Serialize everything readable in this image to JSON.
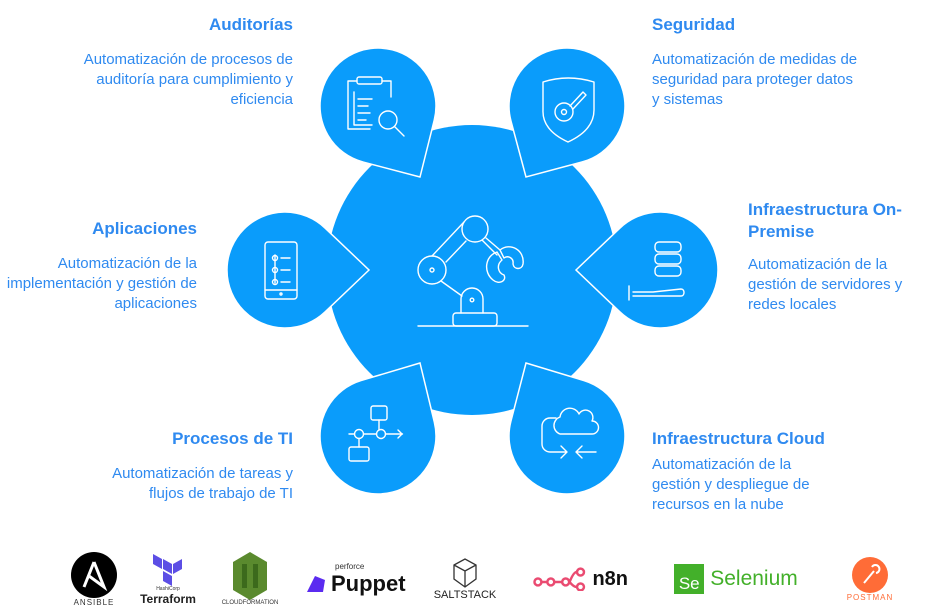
{
  "colors": {
    "petal": "#0a9cfb",
    "text": "#2f8af0",
    "stroke": "#ffffff"
  },
  "center": {
    "icon": "robot-arm-icon"
  },
  "items": [
    {
      "title": "Auditorías",
      "desc": "Automatización de procesos de auditoría para cumplimiento y eficiencia",
      "icon": "clipboard-search-icon"
    },
    {
      "title": "Seguridad",
      "desc": "Automatización de medidas de seguridad para proteger datos y sistemas",
      "icon": "shield-key-icon"
    },
    {
      "title": "Aplicaciones",
      "desc": "Automatización de la implementación y gestión de aplicaciones",
      "icon": "mobile-app-icon"
    },
    {
      "title": "Infraestructura On-Premise",
      "desc": "Automatización de la gestión de servidores y redes locales",
      "icon": "server-hand-icon"
    },
    {
      "title": "Procesos de TI",
      "desc": "Automatización de tareas y flujos de trabajo de TI",
      "icon": "workflow-icon"
    },
    {
      "title": "Infraestructura Cloud",
      "desc": "Automatización de la gestión y despliegue de recursos en la nube",
      "icon": "cloud-sync-icon"
    }
  ],
  "logos": [
    {
      "name": "ANSIBLE",
      "color": "#000000"
    },
    {
      "name": "Terraform",
      "sub": "HashiCorp",
      "color": "#5c4ee5"
    },
    {
      "name": "CLOUDFORMATION",
      "color": "#5a8a2e"
    },
    {
      "name": "Puppet",
      "sub": "perforce",
      "color": "#5b2bf0"
    },
    {
      "name": "SALTSTACK",
      "color": "#222222"
    },
    {
      "name": "n8n",
      "color": "#ea4b71"
    },
    {
      "name": "Selenium",
      "color": "#43b02a"
    },
    {
      "name": "POSTMAN",
      "color": "#ff6c37"
    }
  ]
}
